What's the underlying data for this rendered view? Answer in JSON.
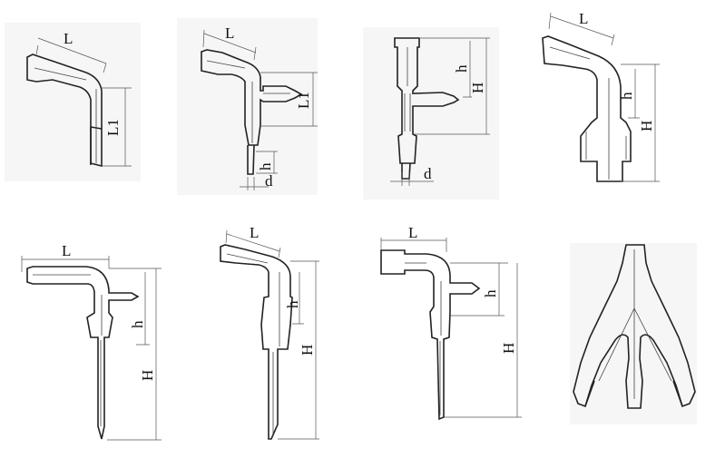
{
  "figures": [
    {
      "labels": {
        "length": "L",
        "length1": "L1"
      }
    },
    {
      "labels": {
        "length": "L",
        "length1": "L1",
        "height": "h",
        "diameter": "d"
      }
    },
    {
      "labels": {
        "height_small": "h",
        "height": "H",
        "diameter": "d"
      }
    },
    {
      "labels": {
        "length": "L",
        "height_small": "h",
        "height": "H"
      }
    },
    {
      "labels": {
        "length": "L",
        "height_small": "h",
        "height": "H"
      }
    },
    {
      "labels": {
        "length": "L",
        "height_small": "h",
        "height": "H"
      }
    },
    {
      "labels": {
        "length": "L",
        "height_small": "h",
        "height": "H"
      }
    },
    {
      "labels": {}
    }
  ]
}
